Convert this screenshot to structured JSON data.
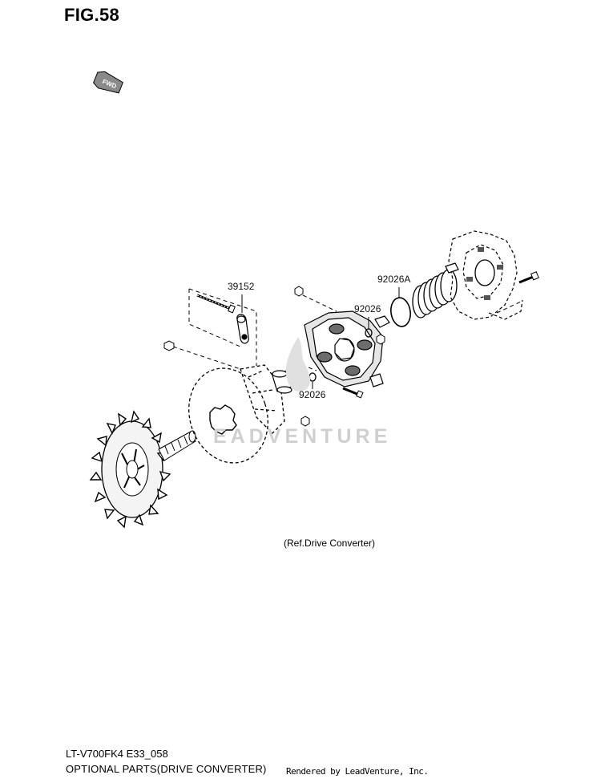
{
  "figure": {
    "title": "FIG.58",
    "fwd_label": "FWD"
  },
  "parts": [
    {
      "number": "39152"
    },
    {
      "number": "92026A"
    },
    {
      "number": "92026"
    },
    {
      "number": "92026"
    }
  ],
  "note": "(Ref.Drive Converter)",
  "watermark": "EADVENTURE",
  "footer": {
    "model_code": "LT-V700FK4 E33_058",
    "section_title": "OPTIONAL PARTS(DRIVE CONVERTER)",
    "rendered_by": "Rendered by LeadVenture, Inc."
  }
}
